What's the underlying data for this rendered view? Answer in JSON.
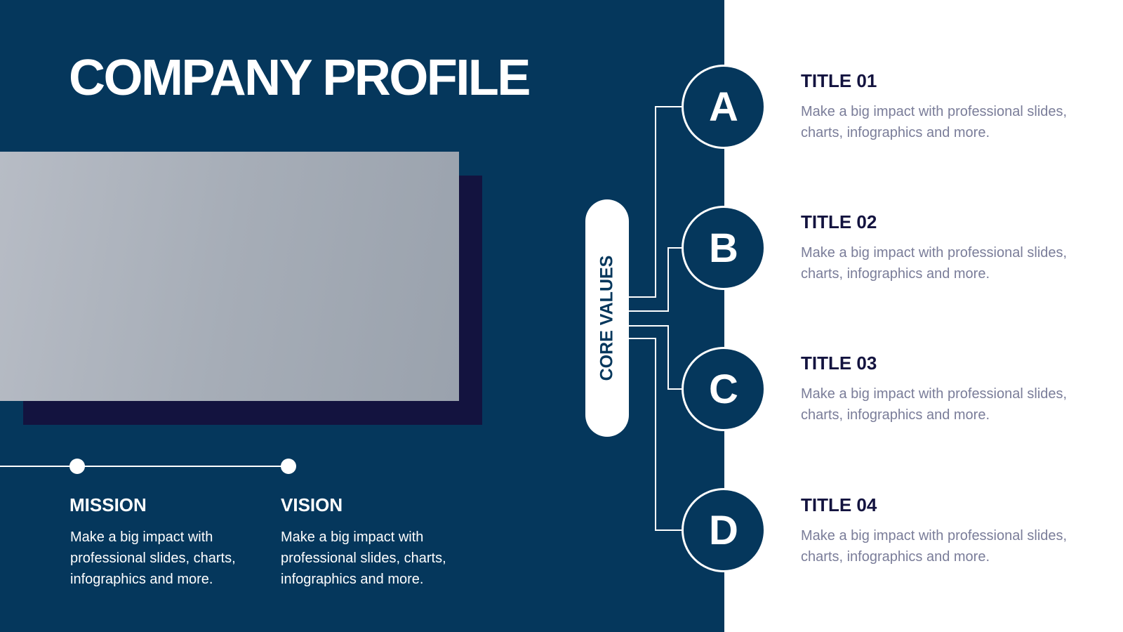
{
  "header": {
    "title": "COMPANY PROFILE"
  },
  "mission": {
    "heading": "MISSION",
    "text": "Make a big impact with professional slides, charts, infographics and more."
  },
  "vision": {
    "heading": "VISION",
    "text": "Make a big impact with professional slides, charts, infographics and more."
  },
  "core_values": {
    "label": "CORE VALUES",
    "items": [
      {
        "letter": "A",
        "title": "TITLE 01",
        "text": "Make a big impact with professional slides, charts, infographics and more."
      },
      {
        "letter": "B",
        "title": "TITLE 02",
        "text": "Make a big impact with professional slides, charts, infographics and more."
      },
      {
        "letter": "C",
        "title": "TITLE 03",
        "text": "Make a big impact with professional slides, charts, infographics and more."
      },
      {
        "letter": "D",
        "title": "TITLE 04",
        "text": "Make a big impact with professional slides, charts, infographics and more."
      }
    ]
  },
  "colors": {
    "panel": "#05375c",
    "shadow": "#13133f",
    "body_text": "#7a7d99"
  }
}
